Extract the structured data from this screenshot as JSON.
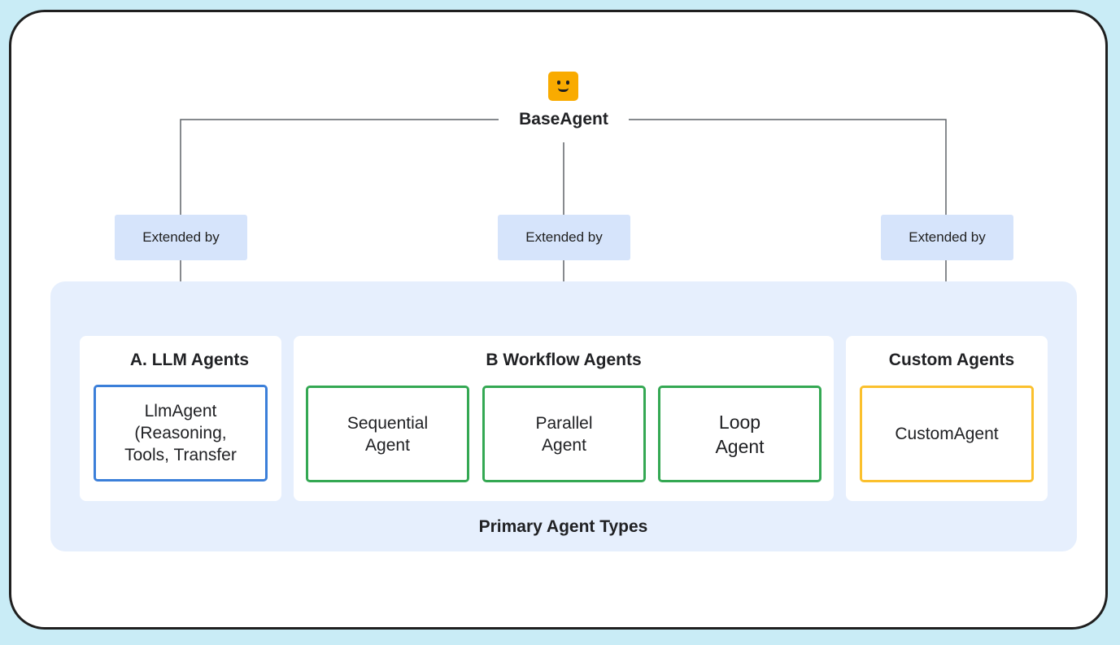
{
  "diagram": {
    "root": {
      "label": "BaseAgent",
      "icon": "robot-face-icon"
    },
    "edge_label": "Extended by",
    "extensions": [
      {
        "label": "Extended by"
      },
      {
        "label": "Extended by"
      },
      {
        "label": "Extended by"
      }
    ],
    "groups": [
      {
        "title": "A. LLM Agents",
        "items": [
          "LlmAgent\n(Reasoning,\nTools, Transfer"
        ]
      },
      {
        "title": "B Workflow Agents",
        "items": [
          "Sequential\nAgent",
          "Parallel\nAgent",
          "Loop\nAgent"
        ]
      },
      {
        "title": "Custom Agents",
        "items": [
          "CustomAgent"
        ]
      }
    ],
    "container_label": "Primary Agent Types"
  },
  "colors": {
    "background": "#c9ecf6",
    "robot_icon": "#f9ab00",
    "extended_by_box": "#d6e4fb",
    "panel": "#e6effd",
    "llm_border": "#3b7fd9",
    "workflow_border": "#34a853",
    "custom_border": "#fbc02d"
  }
}
